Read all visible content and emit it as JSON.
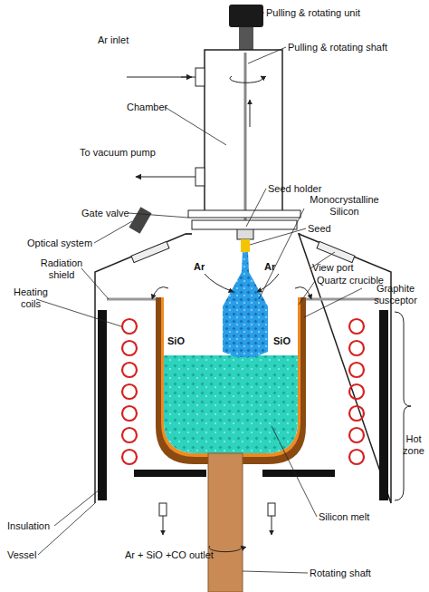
{
  "diagram": {
    "labels": [
      "Pulling & rotating unit",
      "Ar inlet",
      "Pulling & rotating shaft",
      "Chamber",
      "To vacuum pump",
      "Seed holder",
      "Gate valve",
      "Monocrystalline Silicon",
      "Seed",
      "Optical system",
      "View port",
      "Radiation shield",
      "Quartz crucible",
      "Graphite susceptor",
      "Heating coils",
      "Ar",
      "Ar",
      "SiO",
      "SiO",
      "Hot zone",
      "Insulation",
      "Silicon melt",
      "Vessel",
      "Ar + SiO +CO outlet",
      "Rotating shaft"
    ]
  }
}
